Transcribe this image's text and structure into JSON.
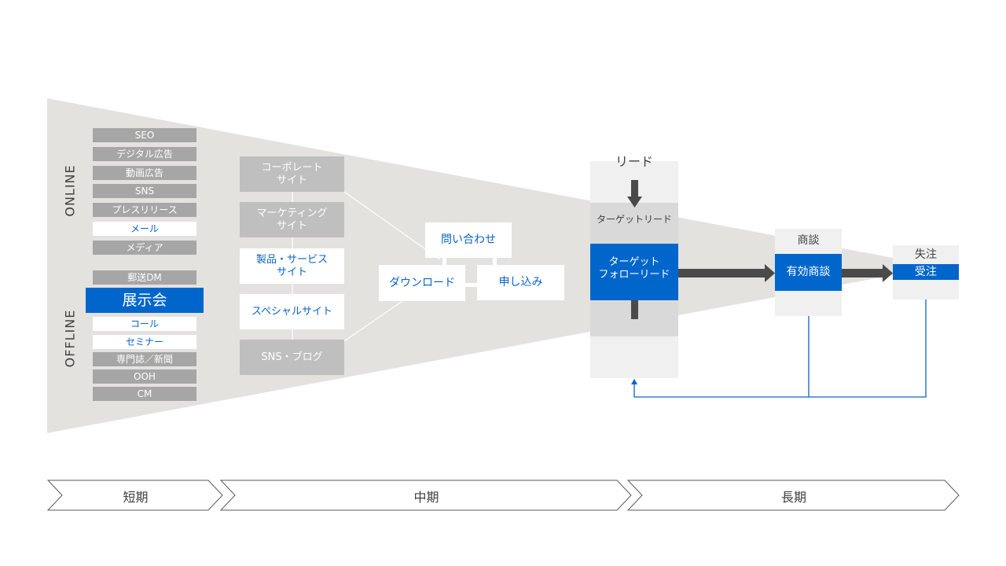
{
  "colors": {
    "funnel": "#e3e2df",
    "item_gray": "#a6a6a6",
    "site_gray": "#bfbfbf",
    "highlight_blue": "#0066cc",
    "text_blue": "#0b63c5",
    "arrow_dark": "#4a4a4a",
    "panel_light": "#f0f0f0",
    "panel_mid": "#d9d9d9"
  },
  "channels": {
    "online_label": "ONLINE",
    "offline_label": "OFFLINE",
    "online": [
      {
        "label": "SEO",
        "style": "gray"
      },
      {
        "label": "デジタル広告",
        "style": "gray"
      },
      {
        "label": "動画広告",
        "style": "gray"
      },
      {
        "label": "SNS",
        "style": "gray"
      },
      {
        "label": "プレスリリース",
        "style": "gray"
      },
      {
        "label": "メール",
        "style": "white"
      },
      {
        "label": "メディア",
        "style": "gray"
      }
    ],
    "offline": [
      {
        "label": "郵送DM",
        "style": "gray"
      },
      {
        "label": "展示会",
        "style": "blue"
      },
      {
        "label": "コール",
        "style": "white"
      },
      {
        "label": "セミナー",
        "style": "white"
      },
      {
        "label": "専門誌／新聞",
        "style": "gray"
      },
      {
        "label": "OOH",
        "style": "gray"
      },
      {
        "label": "CM",
        "style": "gray"
      }
    ]
  },
  "sites": [
    {
      "label": "コーポレート\nサイト",
      "style": "lgray"
    },
    {
      "label": "マーケティング\nサイト",
      "style": "lgray"
    },
    {
      "label": "製品・サービス\nサイト",
      "style": "white"
    },
    {
      "label": "スペシャルサイト",
      "style": "white"
    },
    {
      "label": "SNS・ブログ",
      "style": "lgray"
    }
  ],
  "conversions": {
    "inquiry": "問い合わせ",
    "download": "ダウンロード",
    "application": "申し込み"
  },
  "lead_stage": {
    "title": "リード",
    "target_lead": "ターゲットリード",
    "follow_lead": "ターゲット\nフォローリード"
  },
  "deal_stage": {
    "title": "商談",
    "valid_deal": "有効商談"
  },
  "order_stage": {
    "lost": "失注",
    "won": "受注"
  },
  "phases": [
    {
      "label": "短期"
    },
    {
      "label": "中期"
    },
    {
      "label": "長期"
    }
  ]
}
